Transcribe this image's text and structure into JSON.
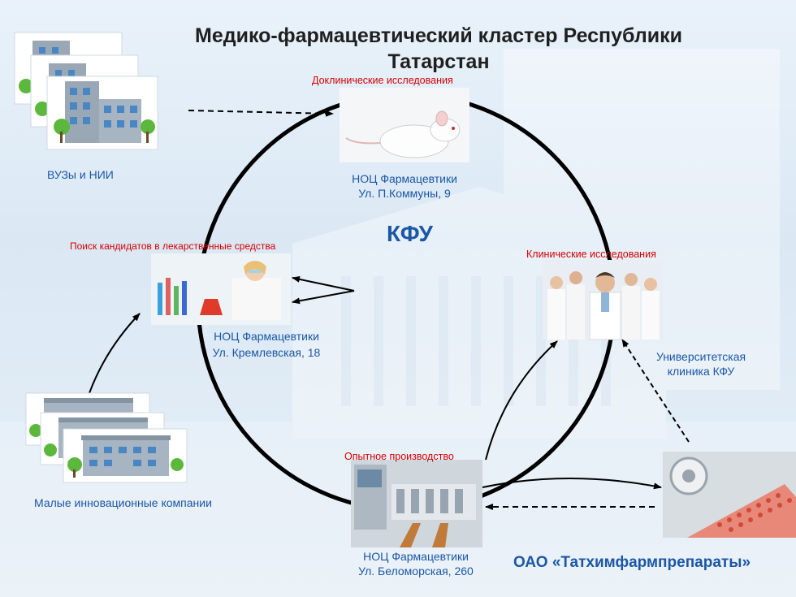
{
  "title_line1": "Медико-фармацевтический кластер Республики",
  "title_line2": "Татарстан",
  "center_label": "КФУ",
  "nodes": {
    "preclinical": {
      "heading": "Доклинические исследования",
      "name": "НОЦ Фармацевтики",
      "address": "Ул. П.Коммуны, 9",
      "icon": "lab-mouse-icon"
    },
    "candidates": {
      "heading": "Поиск кандидатов  в лекарственные  средства",
      "name": "НОЦ Фармацевтики",
      "address": "Ул. Кремлевская, 18",
      "icon": "scientist-lab-icon"
    },
    "clinical": {
      "heading": "Клинические исследования",
      "icon": "doctors-group-icon"
    },
    "production": {
      "heading": "Опытное производство",
      "name": "НОЦ Фармацевтики",
      "address": "Ул. Беломорская, 260",
      "icon": "production-line-icon"
    }
  },
  "external": {
    "universities": "ВУЗы и НИИ",
    "small_companies": "Малые инновационные компании",
    "university_clinic": "Университетская клиника КФУ",
    "company": "ОАО «Татхимфармпрепараты»"
  },
  "colors": {
    "cycle_ring": "#000000",
    "heading_red": "#d40000",
    "label_blue": "#1b57a6",
    "building_blue": "#4a86c4",
    "tree_green": "#5cb83c"
  }
}
